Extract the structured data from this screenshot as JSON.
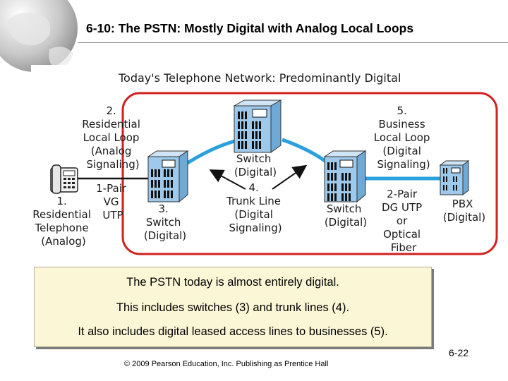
{
  "slide": {
    "title": "6-10: The PSTN: Mostly Digital with Analog Local Loops",
    "footer": "© 2009 Pearson Education, Inc.  Publishing as Prentice Hall",
    "page_number": "6-22"
  },
  "diagram": {
    "title": "Today's Telephone Network: Predominantly Digital",
    "labels": {
      "residential_local_loop": [
        "2.",
        "Residential",
        "Local Loop",
        "(Analog",
        "Signaling)"
      ],
      "one_pair_vg_utp": [
        "1-Pair",
        "VG",
        "UTP"
      ],
      "residential_telephone": [
        "1.",
        "Residential",
        "Telephone",
        "(Analog)"
      ],
      "switch_3": [
        "3.",
        "Switch",
        "(Digital)"
      ],
      "switch_top": [
        "Switch",
        "(Digital)"
      ],
      "trunk_line": [
        "4.",
        "Trunk Line",
        "(Digital",
        "Signaling)"
      ],
      "switch_right": [
        "Switch",
        "(Digital)"
      ],
      "business_local_loop": [
        "5.",
        "Business",
        "Local Loop",
        "(Digital",
        "Signaling)"
      ],
      "two_pair_dg_utp": [
        "2-Pair",
        "DG UTP",
        "or",
        "Optical",
        "Fiber"
      ],
      "pbx": [
        "PBX",
        "(Digital)"
      ]
    },
    "colors": {
      "trunk_line": "#2aa0dc",
      "highlight_border": "#d0201f",
      "switch_fill": "#9ec9ea",
      "callout_bg": "#fbf6d6"
    }
  },
  "callout": {
    "lines": [
      "The PSTN today is almost entirely digital.",
      "This includes switches (3) and trunk lines (4).",
      "It also includes digital leased access lines to businesses (5)."
    ]
  }
}
